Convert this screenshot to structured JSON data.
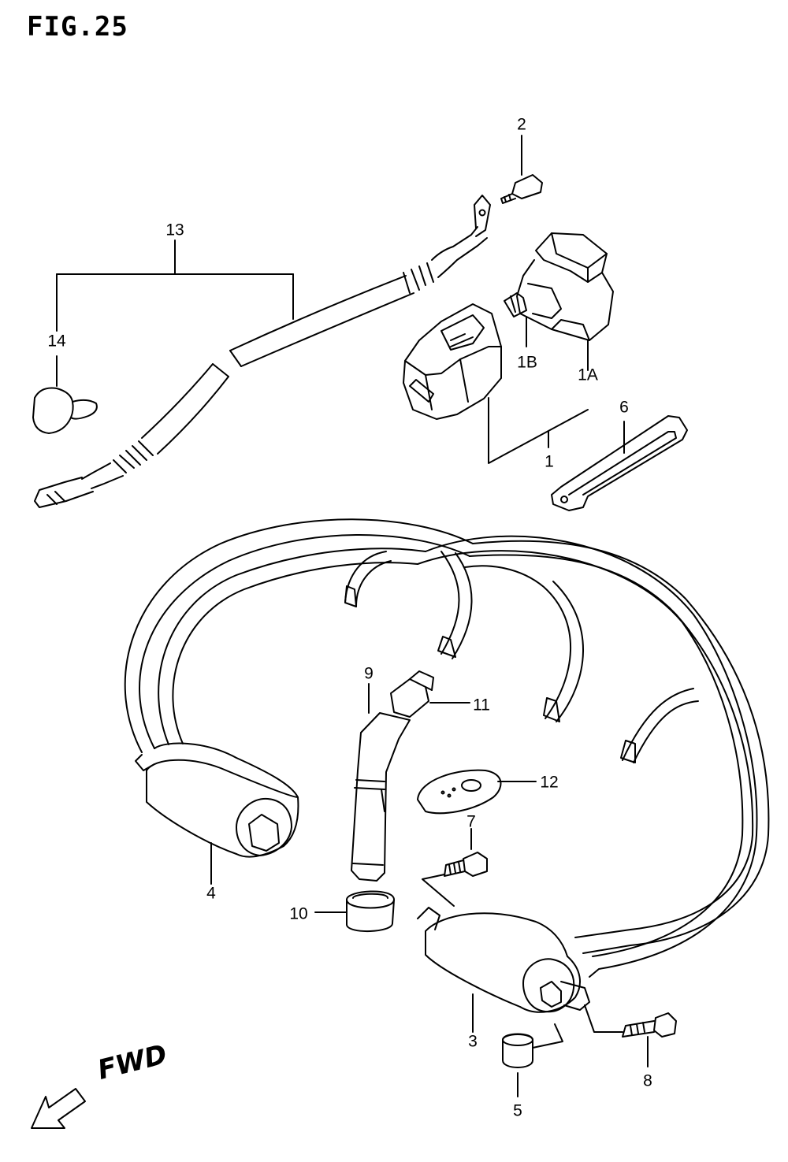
{
  "figure": {
    "title": "FIG.25"
  },
  "callouts": [
    {
      "id": "13",
      "label": "13"
    },
    {
      "id": "14",
      "label": "14"
    },
    {
      "id": "2",
      "label": "2"
    },
    {
      "id": "1B",
      "label": "1B"
    },
    {
      "id": "1A",
      "label": "1A"
    },
    {
      "id": "1",
      "label": "1"
    },
    {
      "id": "6",
      "label": "6"
    },
    {
      "id": "9",
      "label": "9"
    },
    {
      "id": "11",
      "label": "11"
    },
    {
      "id": "12",
      "label": "12"
    },
    {
      "id": "7",
      "label": "7"
    },
    {
      "id": "4",
      "label": "4"
    },
    {
      "id": "10",
      "label": "10"
    },
    {
      "id": "3",
      "label": "3"
    },
    {
      "id": "8",
      "label": "8"
    },
    {
      "id": "5",
      "label": "5"
    }
  ],
  "direction_indicator": {
    "label": "FWD",
    "icon": "arrow-left-down-icon"
  }
}
